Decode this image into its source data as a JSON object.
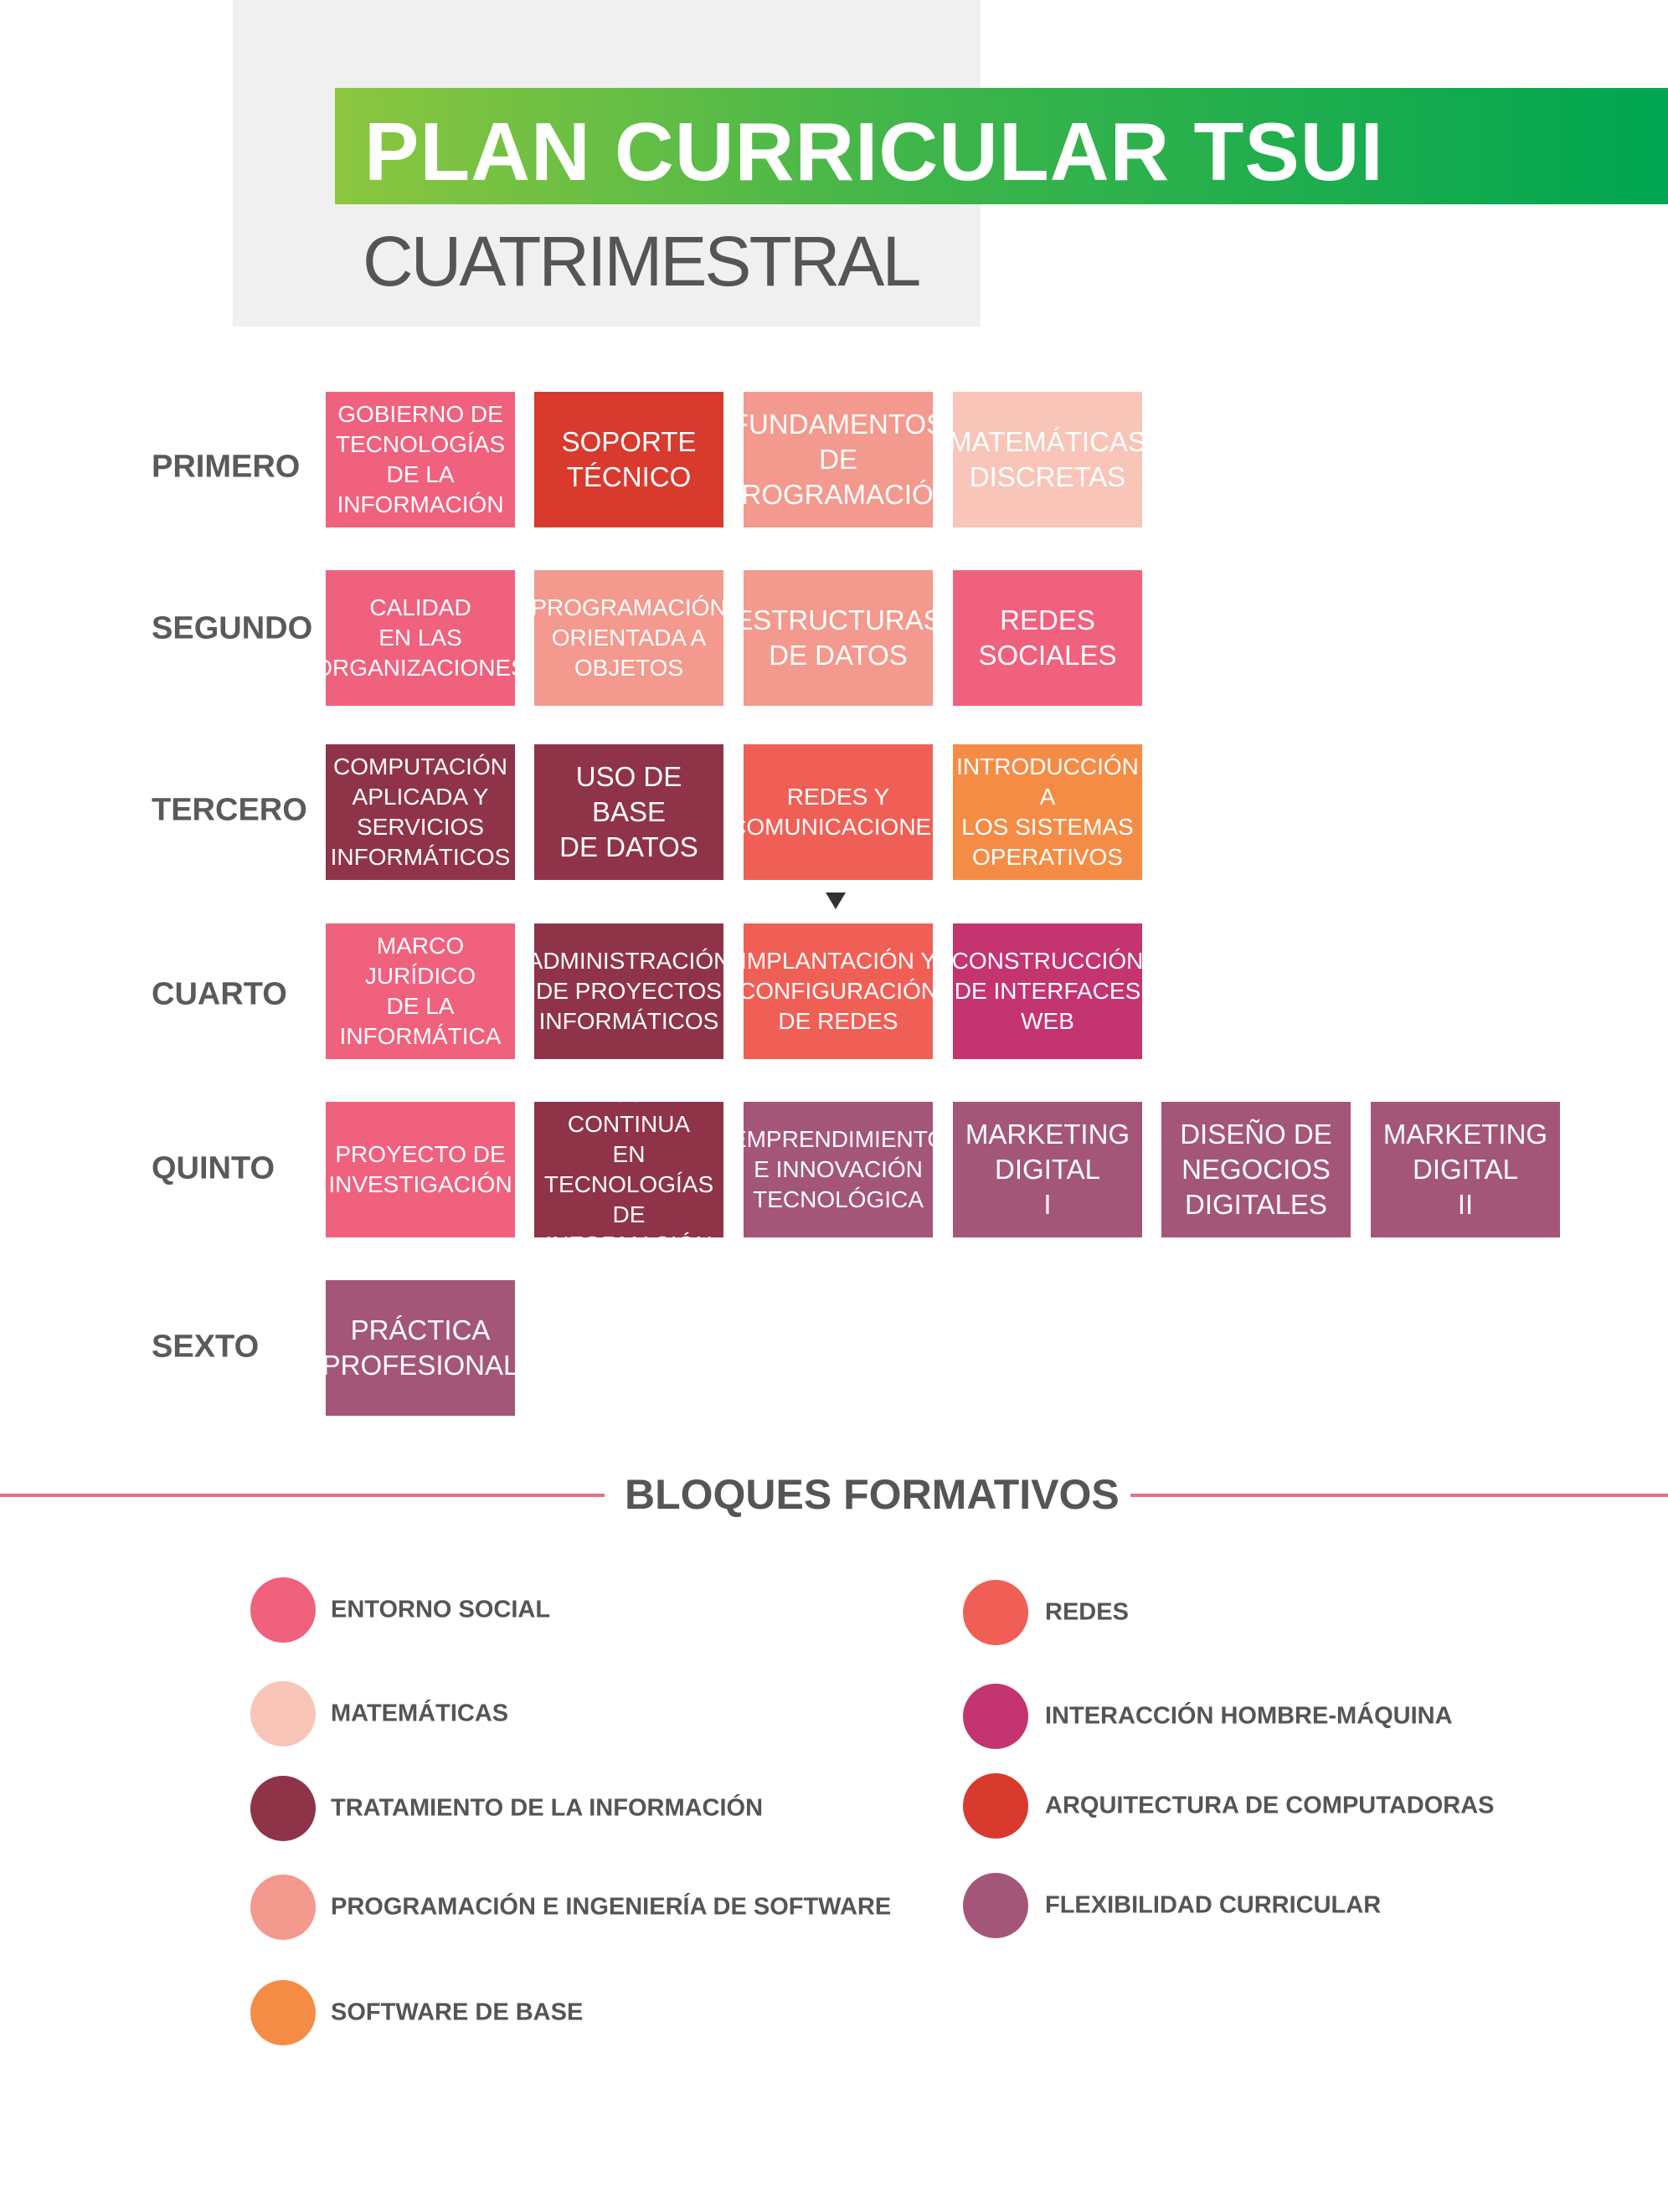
{
  "header": {
    "title": "PLAN CURRICULAR TSUI",
    "subtitle": "CUATRIMESTRAL"
  },
  "colors": {
    "entorno_social": "#f0617e",
    "matematicas": "#f8c5b8",
    "tratamiento": "#8f3349",
    "programacion": "#f3998e",
    "software_base": "#f58c45",
    "redes": "#f05f55",
    "interaccion": "#c33470",
    "arquitectura": "#d83a2e",
    "flexibilidad": "#a45679"
  },
  "rows": [
    {
      "label": "PRIMERO",
      "courses": [
        {
          "text": "GOBIERNO DE\nTECNOLOGÍAS\nDE LA\nINFORMACIÓN",
          "block": "entorno_social",
          "size": "normal"
        },
        {
          "text": "SOPORTE\nTÉCNICO",
          "block": "arquitectura",
          "size": "large"
        },
        {
          "text": "FUNDAMENTOS\nDE\nPROGRAMACIÓN",
          "block": "programacion",
          "size": "large"
        },
        {
          "text": "MATEMÁTICAS\nDISCRETAS",
          "block": "matematicas",
          "size": "large"
        }
      ]
    },
    {
      "label": "SEGUNDO",
      "courses": [
        {
          "text": "CALIDAD\nEN LAS\nORGANIZACIONES",
          "block": "entorno_social",
          "size": "normal"
        },
        {
          "text": "PROGRAMACIÓN\nORIENTADA A\nOBJETOS",
          "block": "programacion",
          "size": "normal"
        },
        {
          "text": "ESTRUCTURAS\nDE DATOS",
          "block": "programacion",
          "size": "large"
        },
        {
          "text": "REDES\nSOCIALES",
          "block": "entorno_social",
          "size": "large"
        }
      ]
    },
    {
      "label": "TERCERO",
      "courses": [
        {
          "text": "COMPUTACIÓN\nAPLICADA Y\nSERVICIOS\nINFORMÁTICOS",
          "block": "tratamiento",
          "size": "normal"
        },
        {
          "text": "USO DE BASE\nDE DATOS",
          "block": "tratamiento",
          "size": "large"
        },
        {
          "text": "REDES Y\nCOMUNICACIONES",
          "block": "redes",
          "size": "normal"
        },
        {
          "text": "INTRODUCCIÓN A\nLOS SISTEMAS\nOPERATIVOS",
          "block": "software_base",
          "size": "normal"
        }
      ]
    },
    {
      "label": "CUARTO",
      "courses": [
        {
          "text": "MARCO JURÍDICO\nDE LA\nINFORMÁTICA",
          "block": "entorno_social",
          "size": "normal"
        },
        {
          "text": "ADMINISTRACIÓN\nDE PROYECTOS\nINFORMÁTICOS",
          "block": "tratamiento",
          "size": "normal"
        },
        {
          "text": "IMPLANTACIÓN Y\nCONFIGURACIÓN\nDE REDES",
          "block": "redes",
          "size": "normal"
        },
        {
          "text": "CONSTRUCCIÓN\nDE INTERFACES\nWEB",
          "block": "interaccion",
          "size": "normal"
        }
      ]
    },
    {
      "label": "QUINTO",
      "courses": [
        {
          "text": "PROYECTO DE\nINVESTIGACIÓN",
          "block": "entorno_social",
          "size": "normal"
        },
        {
          "text": "MEJORA\nCONTINUA\nEN TECNOLOGÍAS\nDE INFORMACIÓN",
          "block": "tratamiento",
          "size": "normal"
        },
        {
          "text": "EMPRENDIMIENTO\nE INNOVACIÓN\nTECNOLÓGICA",
          "block": "flexibilidad",
          "size": "normal"
        },
        {
          "text": "MARKETING\nDIGITAL\nI",
          "block": "flexibilidad",
          "size": "large"
        },
        {
          "text": "DISEÑO DE\nNEGOCIOS\nDIGITALES",
          "block": "flexibilidad",
          "size": "large"
        },
        {
          "text": "MARKETING\nDIGITAL\nII",
          "block": "flexibilidad",
          "size": "large"
        }
      ]
    },
    {
      "label": "SEXTO",
      "courses": [
        {
          "text": "PRÁCTICA\nPROFESIONAL",
          "block": "flexibilidad",
          "size": "large"
        }
      ]
    }
  ],
  "legend": {
    "title": "BLOQUES FORMATIVOS",
    "left": [
      {
        "label": "ENTORNO SOCIAL",
        "block": "entorno_social"
      },
      {
        "label": "MATEMÁTICAS",
        "block": "matematicas"
      },
      {
        "label": "TRATAMIENTO DE LA INFORMACIÓN",
        "block": "tratamiento"
      },
      {
        "label": "PROGRAMACIÓN E INGENIERÍA DE SOFTWARE",
        "block": "programacion"
      },
      {
        "label": "SOFTWARE DE BASE",
        "block": "software_base"
      }
    ],
    "right": [
      {
        "label": "REDES",
        "block": "redes"
      },
      {
        "label": "INTERACCIÓN HOMBRE-MÁQUINA",
        "block": "interaccion"
      },
      {
        "label": "ARQUITECTURA DE COMPUTADORAS",
        "block": "arquitectura"
      },
      {
        "label": "FLEXIBILIDAD CURRICULAR",
        "block": "flexibilidad"
      }
    ]
  }
}
